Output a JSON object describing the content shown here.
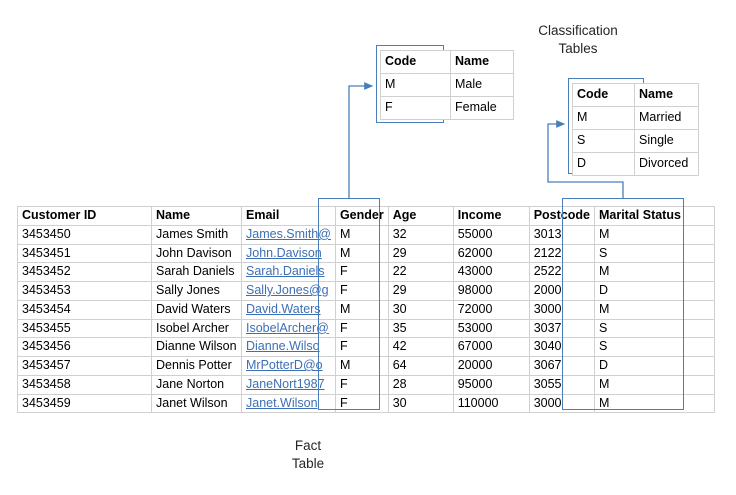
{
  "diagram": {
    "annotations": {
      "classification_tables": "Classification\nTables",
      "fact_table": "Fact\nTable"
    },
    "accent_color": "#4a7ebb",
    "link_color": "#3d6fb5"
  },
  "gender_lookup": {
    "headers": [
      "Code",
      "Name"
    ],
    "rows": [
      [
        "M",
        "Male"
      ],
      [
        "F",
        "Female"
      ]
    ]
  },
  "marital_lookup": {
    "headers": [
      "Code",
      "Name"
    ],
    "rows": [
      [
        "M",
        "Married"
      ],
      [
        "S",
        "Single"
      ],
      [
        "D",
        "Divorced"
      ]
    ]
  },
  "fact_table": {
    "headers": [
      "Customer ID",
      "Name",
      "Email",
      "Gender",
      "Age",
      "Income",
      "Postcode",
      "Marital Status"
    ],
    "rows": [
      [
        "3453450",
        "James Smith",
        "James.Smith@",
        "M",
        "32",
        "55000",
        "3013",
        "M"
      ],
      [
        "3453451",
        "John Davison",
        "John.Davison",
        "M",
        "29",
        "62000",
        "2122",
        "S"
      ],
      [
        "3453452",
        "Sarah Daniels",
        "Sarah.Daniels",
        "F",
        "22",
        "43000",
        "2522",
        "M"
      ],
      [
        "3453453",
        "Sally Jones",
        "Sally.Jones@g",
        "F",
        "29",
        "98000",
        "2000",
        "D"
      ],
      [
        "3453454",
        "David Waters",
        "David.Waters",
        "M",
        "30",
        "72000",
        "3000",
        "M"
      ],
      [
        "3453455",
        "Isobel Archer",
        "IsobelArcher@",
        "F",
        "35",
        "53000",
        "3037",
        "S"
      ],
      [
        "3453456",
        "Dianne Wilson",
        "Dianne.Wilso",
        "F",
        "42",
        "67000",
        "3040",
        "S"
      ],
      [
        "3453457",
        "Dennis Potter",
        "MrPotterD@o",
        "M",
        "64",
        "20000",
        "3067",
        "D"
      ],
      [
        "3453458",
        "Jane Norton",
        "JaneNort1987",
        "F",
        "28",
        "95000",
        "3055",
        "M"
      ],
      [
        "3453459",
        "Janet Wilson",
        "Janet.Wilson",
        "F",
        "30",
        "110000",
        "3000",
        "M"
      ]
    ]
  }
}
